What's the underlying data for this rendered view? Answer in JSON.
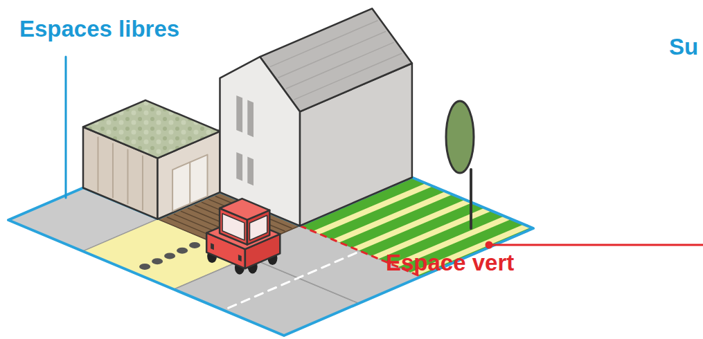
{
  "diagram": {
    "labels": [
      "Espaces libres",
      "Su",
      "Espace vert"
    ]
  }
}
